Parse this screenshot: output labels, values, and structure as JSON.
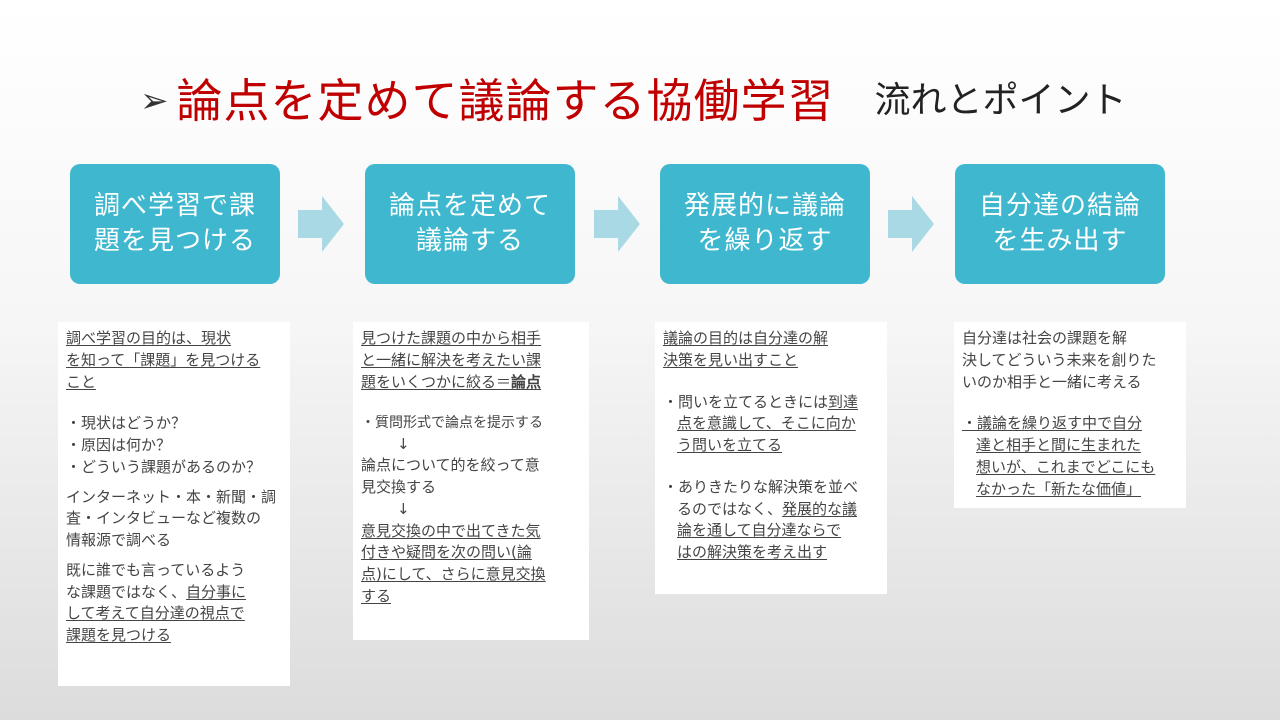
{
  "title": {
    "bullet": "➢",
    "main": "論点を定めて議論する協働学習",
    "sub": "流れとポイント"
  },
  "colors": {
    "title_red": "#c00000",
    "step_box": "#3fb8cf",
    "flow_arrow": "#a9d9e4"
  },
  "steps": [
    {
      "label": "調べ学習で課\n題を見つける"
    },
    {
      "label": "論点を定めて\n議論する"
    },
    {
      "label": "発展的に議論\nを繰り返す"
    },
    {
      "label": "自分達の結論\nを生み出す"
    }
  ],
  "cards": {
    "c1": {
      "intro": "調べ学習の目的は、現状\nを知って「課題」を見つける\nこと",
      "q1": "・現状はどうか？",
      "q2": "・原因は何か？",
      "q3": "・どういう課題があるのか？",
      "sources": "インターネット・本・新聞・調\n査・インタビューなど複数の\n情報源で調べる",
      "tip_a": "既に誰でも言っているよう\nな課題ではなく、",
      "tip_u": "自分事に\nして考えて自分達の視点で\n課題を見つける"
    },
    "c2": {
      "intro_a": "見つけた課題の中から相手\nと一緒に解決を考えたい課\n題をいくつかに絞る＝",
      "intro_b": "論点",
      "p1": "・質問形式で論点を提示する",
      "arrow": "↓",
      "p2": "論点について的を絞って意\n見交換する",
      "p3": "意見交換の中で出てきた気\n付きや疑問を次の問い(論\n点)にして、さらに意見交換\nする"
    },
    "c3": {
      "intro": "議論の目的は自分達の解\n決策を見い出すこと",
      "p1_a": "・問いを立てるときには",
      "p1_u": "到達\n点を意識して、そこに向か\nう問いを立てる",
      "p2_a": "・ありきたりな解決策を並べ\nるのではなく、",
      "p2_u": "発展的な議\n論を通して自分達ならで\nはの解決策を考え出す"
    },
    "c4": {
      "intro": "自分達は社会の課題を解\n決してどういう未来を創りた\nいのか相手と一緒に考える",
      "p1": "・議論を繰り返す中で自分\n達と相手と間に生まれた\n想いが、これまでどこにも\nなかった「新たな価値」"
    }
  }
}
